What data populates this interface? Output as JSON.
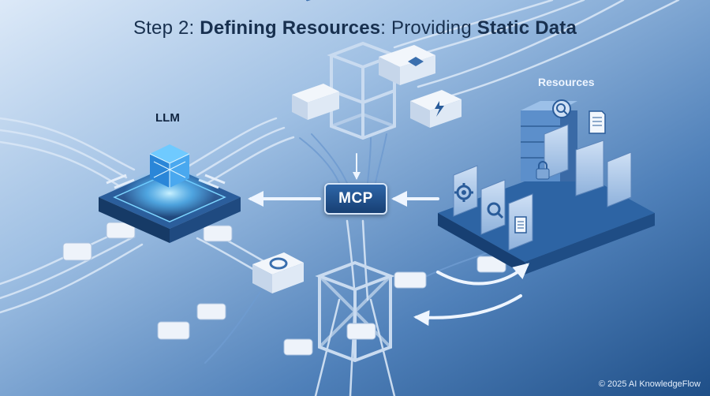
{
  "title": {
    "prefix": "Step 2: ",
    "bold1": "Defining Resources",
    "mid": ": Providing ",
    "bold2": "Static Data"
  },
  "labels": {
    "llm": "LLM",
    "mcp": "MCP",
    "resources": "Resources"
  },
  "footer": {
    "copyright": "© 2025 AI KnowledgeFlow"
  },
  "colors": {
    "background_light": "#dbe8f7",
    "background_dark": "#1f4f88",
    "accent_glow": "#7fd6ff",
    "panel_blue": "#2e66a8"
  },
  "icons": [
    "cube-icon",
    "gear-icon",
    "search-icon",
    "document-icon",
    "database-icon",
    "lock-icon",
    "lightning-icon"
  ]
}
